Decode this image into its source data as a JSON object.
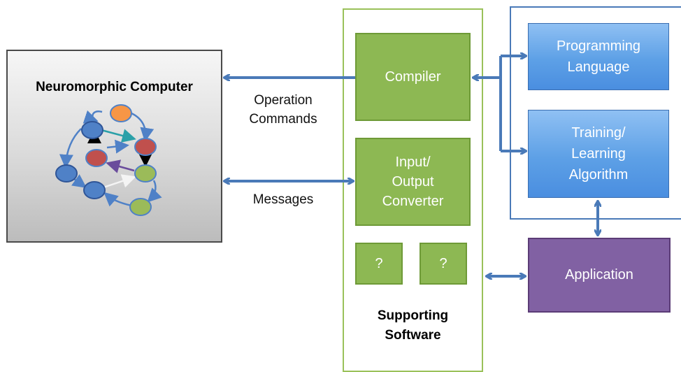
{
  "neuromorphic": {
    "title": "Neuromorphic Computer"
  },
  "links": {
    "operation_commands_line1": "Operation",
    "operation_commands_line2": "Commands",
    "messages": "Messages"
  },
  "supporting_software": {
    "compiler": "Compiler",
    "io_line1": "Input/",
    "io_line2": "Output",
    "io_line3": "Converter",
    "unknown1": "?",
    "unknown2": "?",
    "label_line1": "Supporting",
    "label_line2": "Software"
  },
  "tools": {
    "programming_line1": "Programming",
    "programming_line2": "Language",
    "training_line1": "Training/",
    "training_line2": "Learning",
    "training_line3": "Algorithm",
    "application": "Application"
  },
  "colors": {
    "arrow": "#4a7ab8",
    "green_fill": "#8db853",
    "blue_fill": "#5da0e6",
    "purple_fill": "#8161a3",
    "node_blue": "#4f81c7",
    "node_red": "#c0504d",
    "node_green": "#9bbb59",
    "node_orange": "#f79646"
  }
}
